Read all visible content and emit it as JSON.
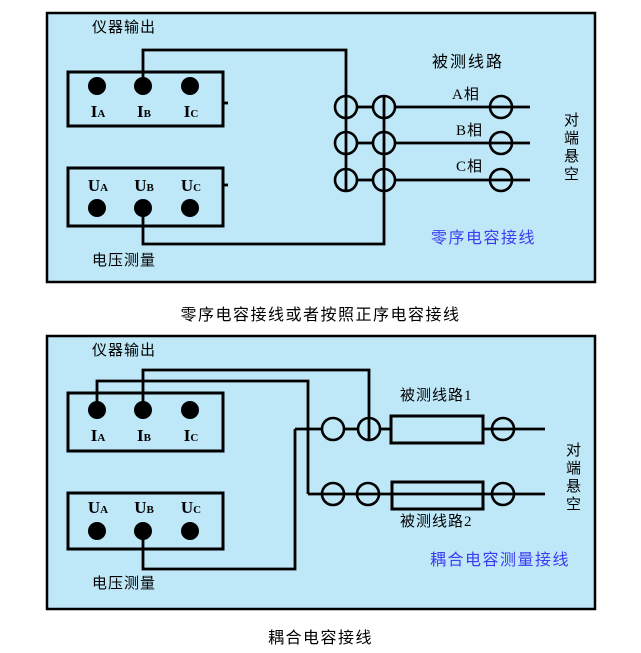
{
  "colors": {
    "panel_bg": "#bee7f7",
    "blue_text": "#3c3cf2",
    "line": "#000000"
  },
  "diagram1": {
    "instrument_output_label": "仪器输出",
    "voltage_measure_label": "电压测量",
    "current_terminals": [
      {
        "main": "I",
        "sub": "A"
      },
      {
        "main": "I",
        "sub": "B"
      },
      {
        "main": "I",
        "sub": "C"
      }
    ],
    "voltage_terminals": [
      {
        "main": "U",
        "sub": "A"
      },
      {
        "main": "U",
        "sub": "B"
      },
      {
        "main": "U",
        "sub": "C"
      }
    ],
    "tested_line_label": "被测线路",
    "phase_labels": [
      "A相",
      "B相",
      "C相"
    ],
    "far_end_label": "对端悬空",
    "wiring_type_label": "零序电容接线",
    "caption": "零序电容接线或者按照正序电容接线"
  },
  "diagram2": {
    "instrument_output_label": "仪器输出",
    "voltage_measure_label": "电压测量",
    "current_terminals": [
      {
        "main": "I",
        "sub": "A"
      },
      {
        "main": "I",
        "sub": "B"
      },
      {
        "main": "I",
        "sub": "C"
      }
    ],
    "voltage_terminals": [
      {
        "main": "U",
        "sub": "A"
      },
      {
        "main": "U",
        "sub": "B"
      },
      {
        "main": "U",
        "sub": "C"
      }
    ],
    "tested_line1_label": "被测线路1",
    "tested_line2_label": "被测线路2",
    "far_end_label": "对端悬空",
    "wiring_type_label": "耦合电容测量接线",
    "caption": "耦合电容接线"
  }
}
